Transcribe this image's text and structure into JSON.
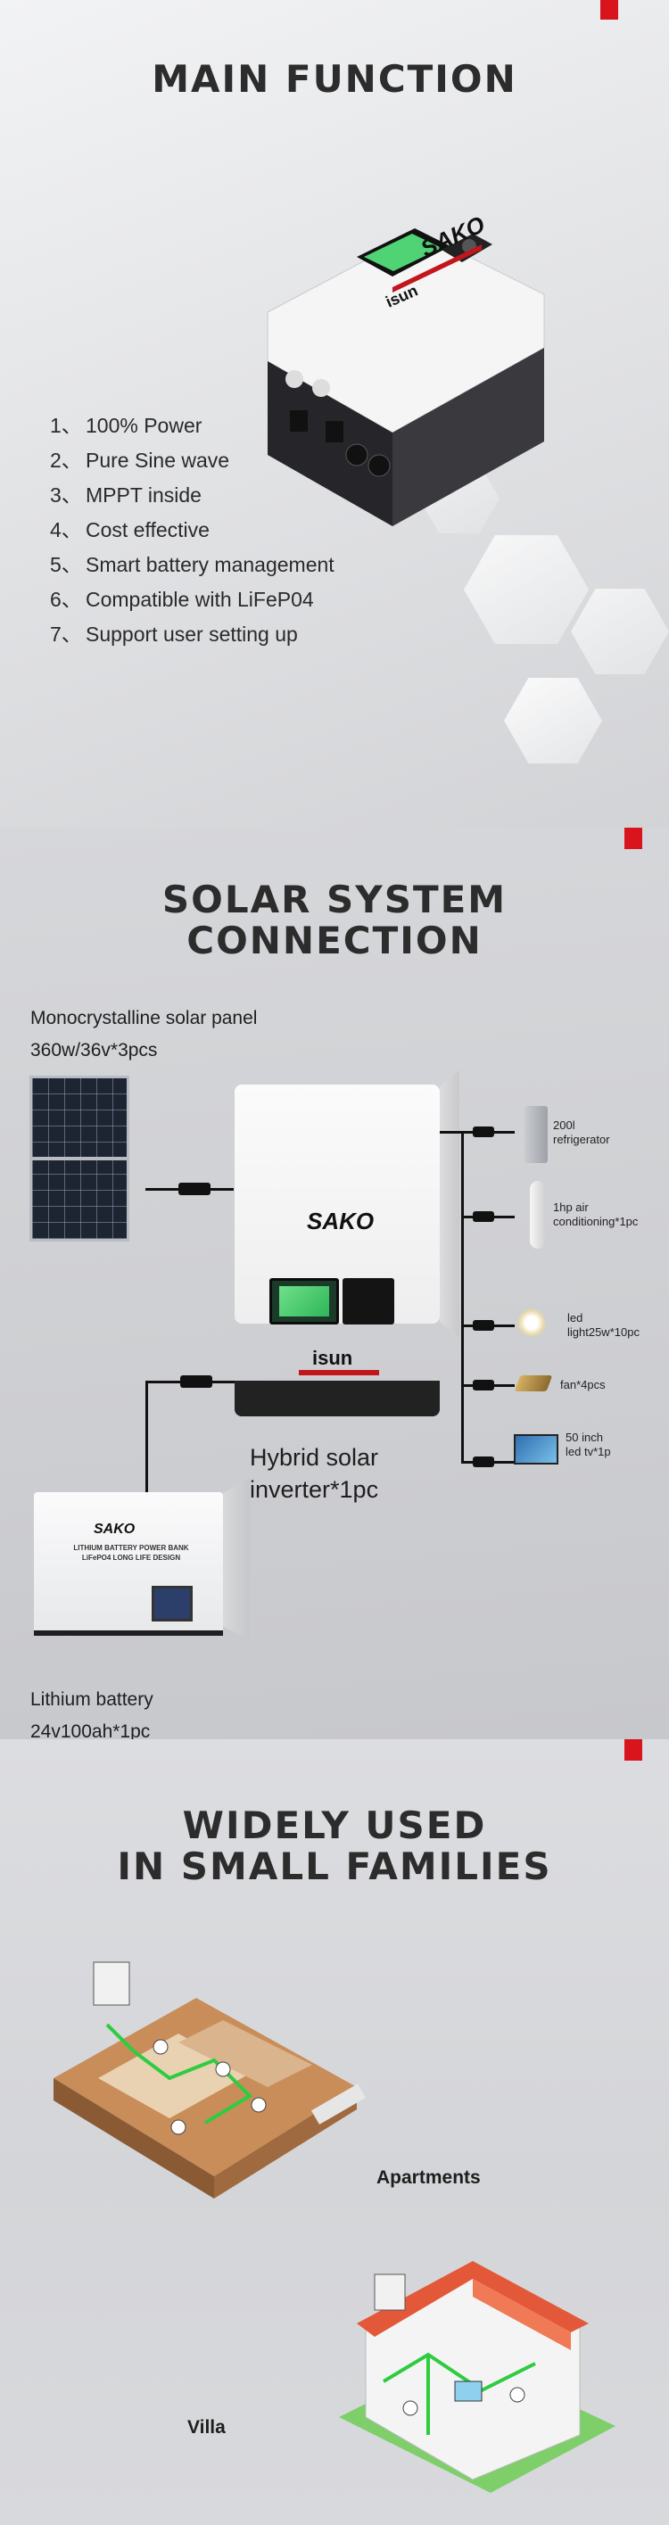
{
  "main": {
    "title": "MAIN FUNCTION",
    "brand": "SAKO",
    "sub_brand": "isun",
    "features": [
      {
        "num": "1、",
        "text": "100% Power"
      },
      {
        "num": "2、",
        "text": "Pure Sine wave"
      },
      {
        "num": "3、",
        "text": "MPPT inside"
      },
      {
        "num": "4、",
        "text": "Cost effective"
      },
      {
        "num": "5、",
        "text": "Smart battery management"
      },
      {
        "num": "6、",
        "text": "Compatible with LiFeP04"
      },
      {
        "num": "7、",
        "text": "Support user setting up"
      }
    ]
  },
  "solar": {
    "title_line1": "SOLAR SYSTEM",
    "title_line2": "CONNECTION",
    "panel_label_line1": "Monocrystalline solar panel",
    "panel_label_line2": "360w/36v*3pcs",
    "inverter_label_line1": "Hybrid solar",
    "inverter_label_line2": "inverter*1pc",
    "battery_label_line1": "Lithium battery",
    "battery_label_line2": "24v100ah*1pc",
    "brand": "SAKO",
    "sub_brand": "isun",
    "battery_text_line1": "LITHIUM BATTERY POWER BANK",
    "battery_text_line2": "LiFePO4 LONG LIFE DESIGN",
    "devices": [
      {
        "line1": "200l",
        "line2": "refrigerator"
      },
      {
        "line1": "1hp air",
        "line2": "conditioning*1pc"
      },
      {
        "line1": "led",
        "line2": "light25w*10pc"
      },
      {
        "line1": "fan*4pcs",
        "line2": ""
      },
      {
        "line1": "50 inch",
        "line2": "led tv*1p"
      }
    ]
  },
  "families": {
    "title_line1": "WIDELY USED",
    "title_line2": "IN SMALL FAMILIES",
    "apartments": "Apartments",
    "villa": "Villa"
  },
  "colors": {
    "accent_red": "#d8141c",
    "heading": "#2c2c2c"
  }
}
